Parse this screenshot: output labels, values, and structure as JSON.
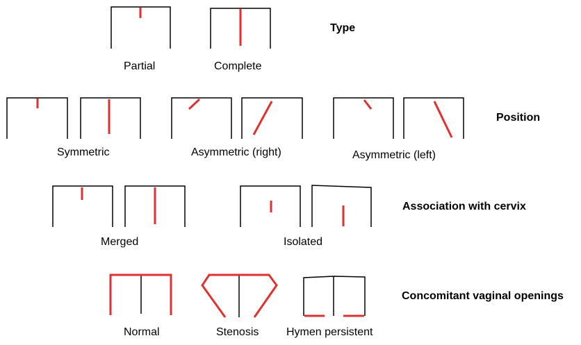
{
  "colors": {
    "line": "#000000",
    "septum": "#e03030"
  },
  "rows": {
    "type": {
      "heading": "Type",
      "labels": [
        "Partial",
        "Complete"
      ]
    },
    "position": {
      "heading": "Position",
      "labels": [
        "Symmetric",
        "Asymmetric (right)",
        "Asymmetric (left)"
      ]
    },
    "association": {
      "heading": "Association with cervix",
      "labels": [
        "Merged",
        "Isolated"
      ]
    },
    "openings": {
      "heading": "Concomitant vaginal openings",
      "labels": [
        "Normal",
        "Stenosis",
        "Hymen persistent"
      ]
    }
  }
}
